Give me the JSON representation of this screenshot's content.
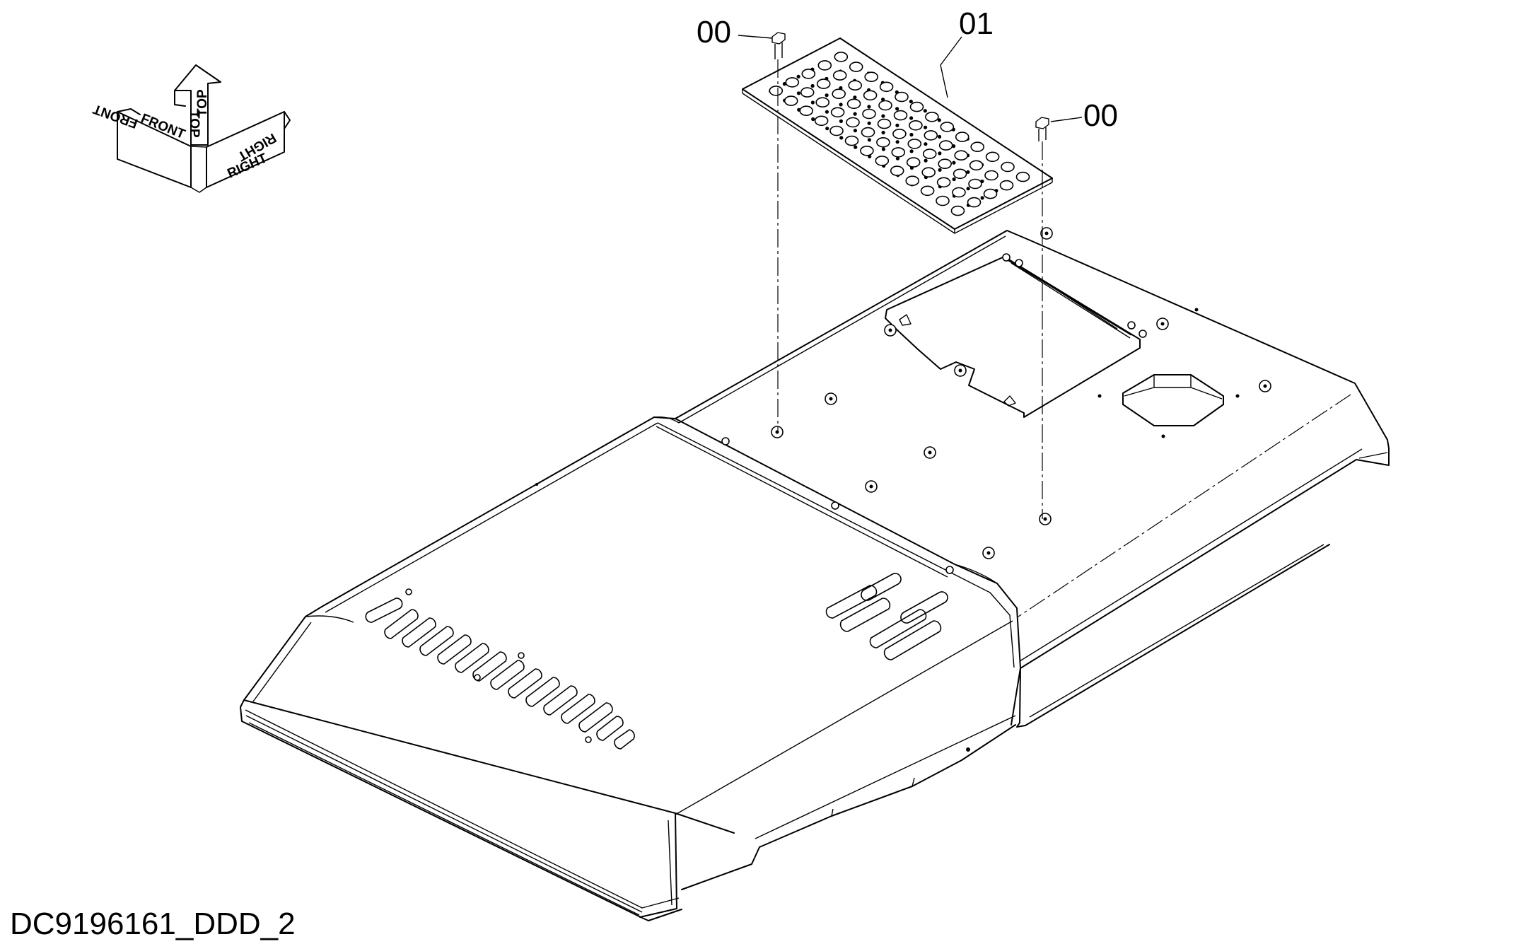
{
  "drawing": {
    "id_label": "DC9196161_DDD_2",
    "callouts": {
      "bolt_left": "00",
      "plate": "01",
      "bolt_right": "00"
    },
    "orientation": {
      "front": "FRONT",
      "top": "TOP",
      "right": "RIGHT"
    }
  },
  "icons": {
    "orientation": "orientation-arrows-icon",
    "bolt": "hex-bolt-icon",
    "plate": "perforated-step-plate-icon"
  }
}
